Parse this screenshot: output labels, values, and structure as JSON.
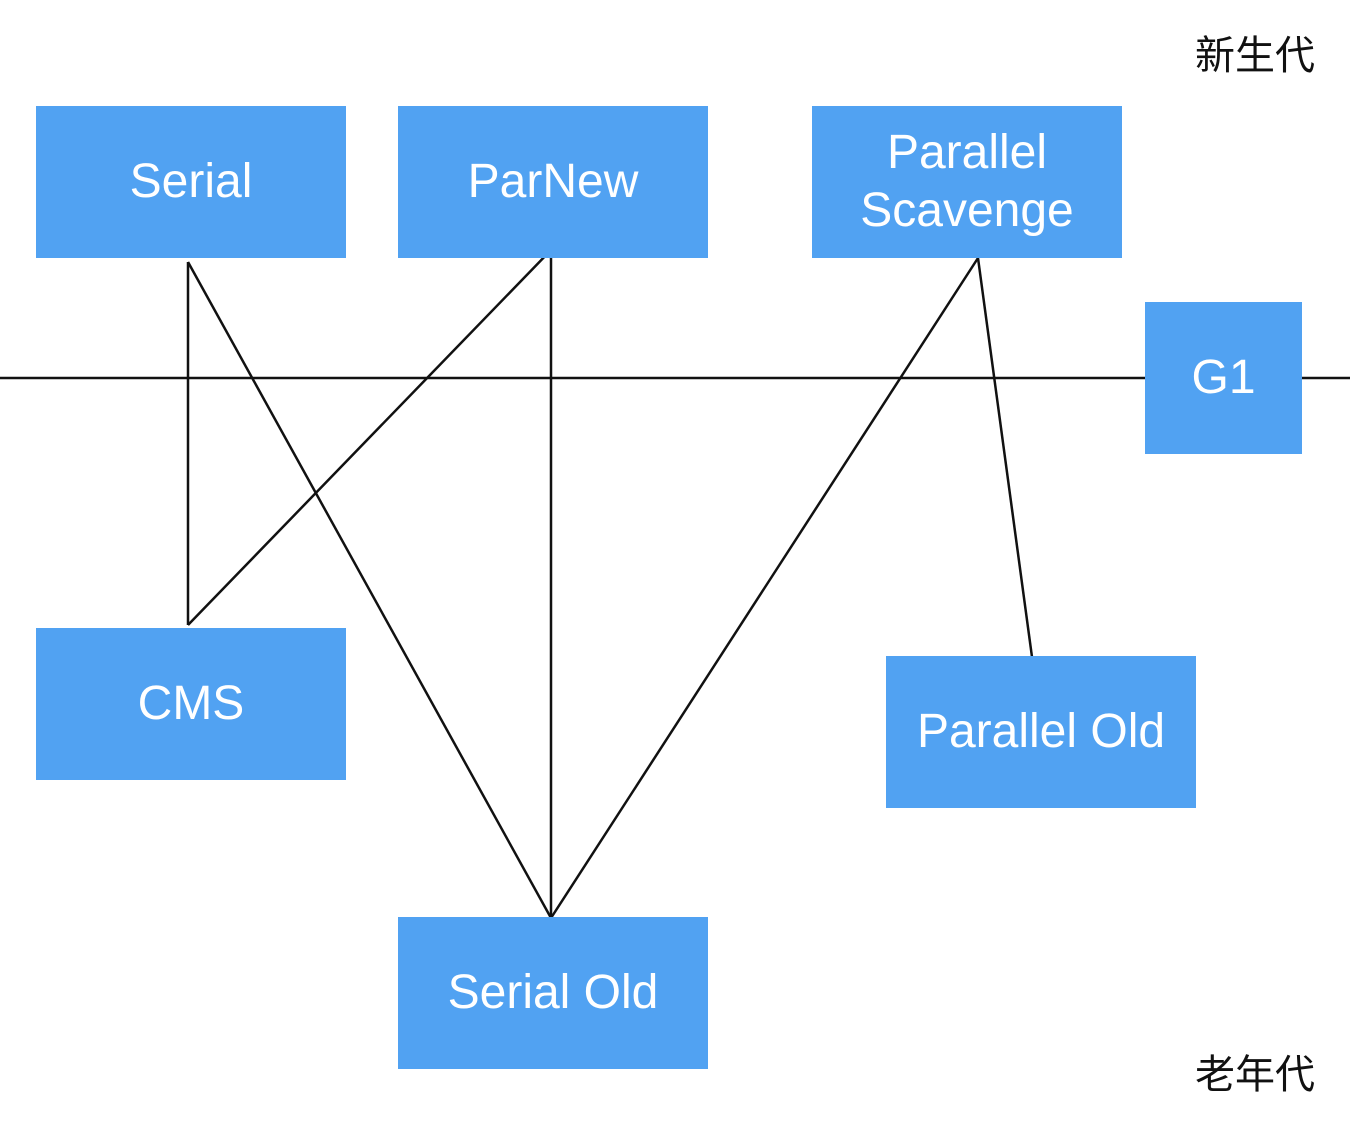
{
  "region_labels": {
    "young": "新生代",
    "old": "老年代"
  },
  "nodes": {
    "serial": "Serial",
    "parnew": "ParNew",
    "parallel_scavenge": "Parallel\nScavenge",
    "g1": "G1",
    "cms": "CMS",
    "parallel_old": "Parallel Old",
    "serial_old": "Serial Old"
  },
  "colors": {
    "node_fill": "#51a2f2",
    "node_text": "#ffffff",
    "line": "#111111"
  },
  "connections": [
    [
      "Serial",
      "CMS"
    ],
    [
      "Serial",
      "Serial Old"
    ],
    [
      "ParNew",
      "CMS"
    ],
    [
      "ParNew",
      "Serial Old"
    ],
    [
      "Parallel Scavenge",
      "Serial Old"
    ],
    [
      "Parallel Scavenge",
      "Parallel Old"
    ]
  ]
}
